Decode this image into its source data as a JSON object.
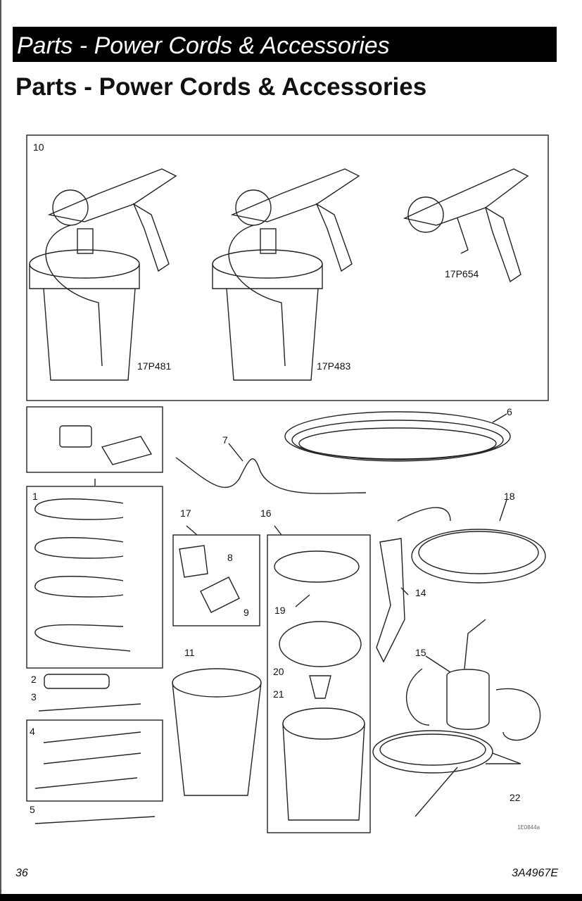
{
  "header": {
    "section_title": "Parts - Power Cords & Accessories"
  },
  "page_title": "Parts - Power Cords & Accessories",
  "figure": {
    "callouts": [
      "10",
      "6",
      "7",
      "18",
      "1",
      "17",
      "16",
      "8",
      "9",
      "14",
      "19",
      "11",
      "20",
      "15",
      "2",
      "3",
      "21",
      "4",
      "22",
      "5"
    ],
    "model_codes": [
      "17P481",
      "17P483",
      "17P654"
    ],
    "figure_id": "1E0844a"
  },
  "footer": {
    "page_number": "36",
    "doc_number": "3A4967E"
  },
  "colors": {
    "header_bg": "#000000",
    "header_text": "#ffffff",
    "line_art": "#222222"
  }
}
